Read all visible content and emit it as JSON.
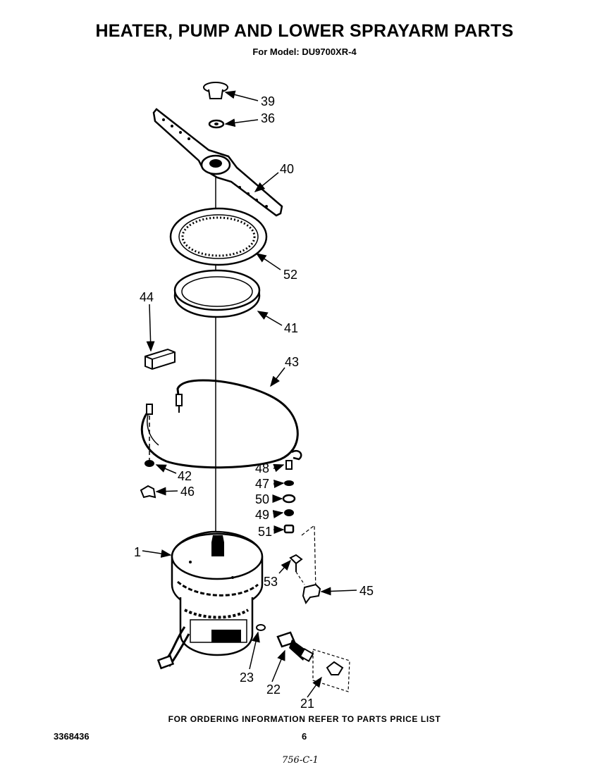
{
  "header": {
    "title": "HEATER, PUMP AND LOWER SPRAYARM PARTS",
    "subtitle": "For Model: DU9700XR-4"
  },
  "callouts": {
    "c39": "39",
    "c36": "36",
    "c40": "40",
    "c52": "52",
    "c41": "41",
    "c44": "44",
    "c43": "43",
    "c42": "42",
    "c46": "46",
    "c48": "48",
    "c47": "47",
    "c50": "50",
    "c49": "49",
    "c51": "51",
    "c1": "1",
    "c53": "53",
    "c45": "45",
    "c23": "23",
    "c22": "22",
    "c21": "21"
  },
  "footer": {
    "ordering_note": "FOR ORDERING INFORMATION REFER TO PARTS PRICE LIST",
    "doc_number": "3368436",
    "page_number": "6",
    "handwritten_note": "756-C-1"
  }
}
